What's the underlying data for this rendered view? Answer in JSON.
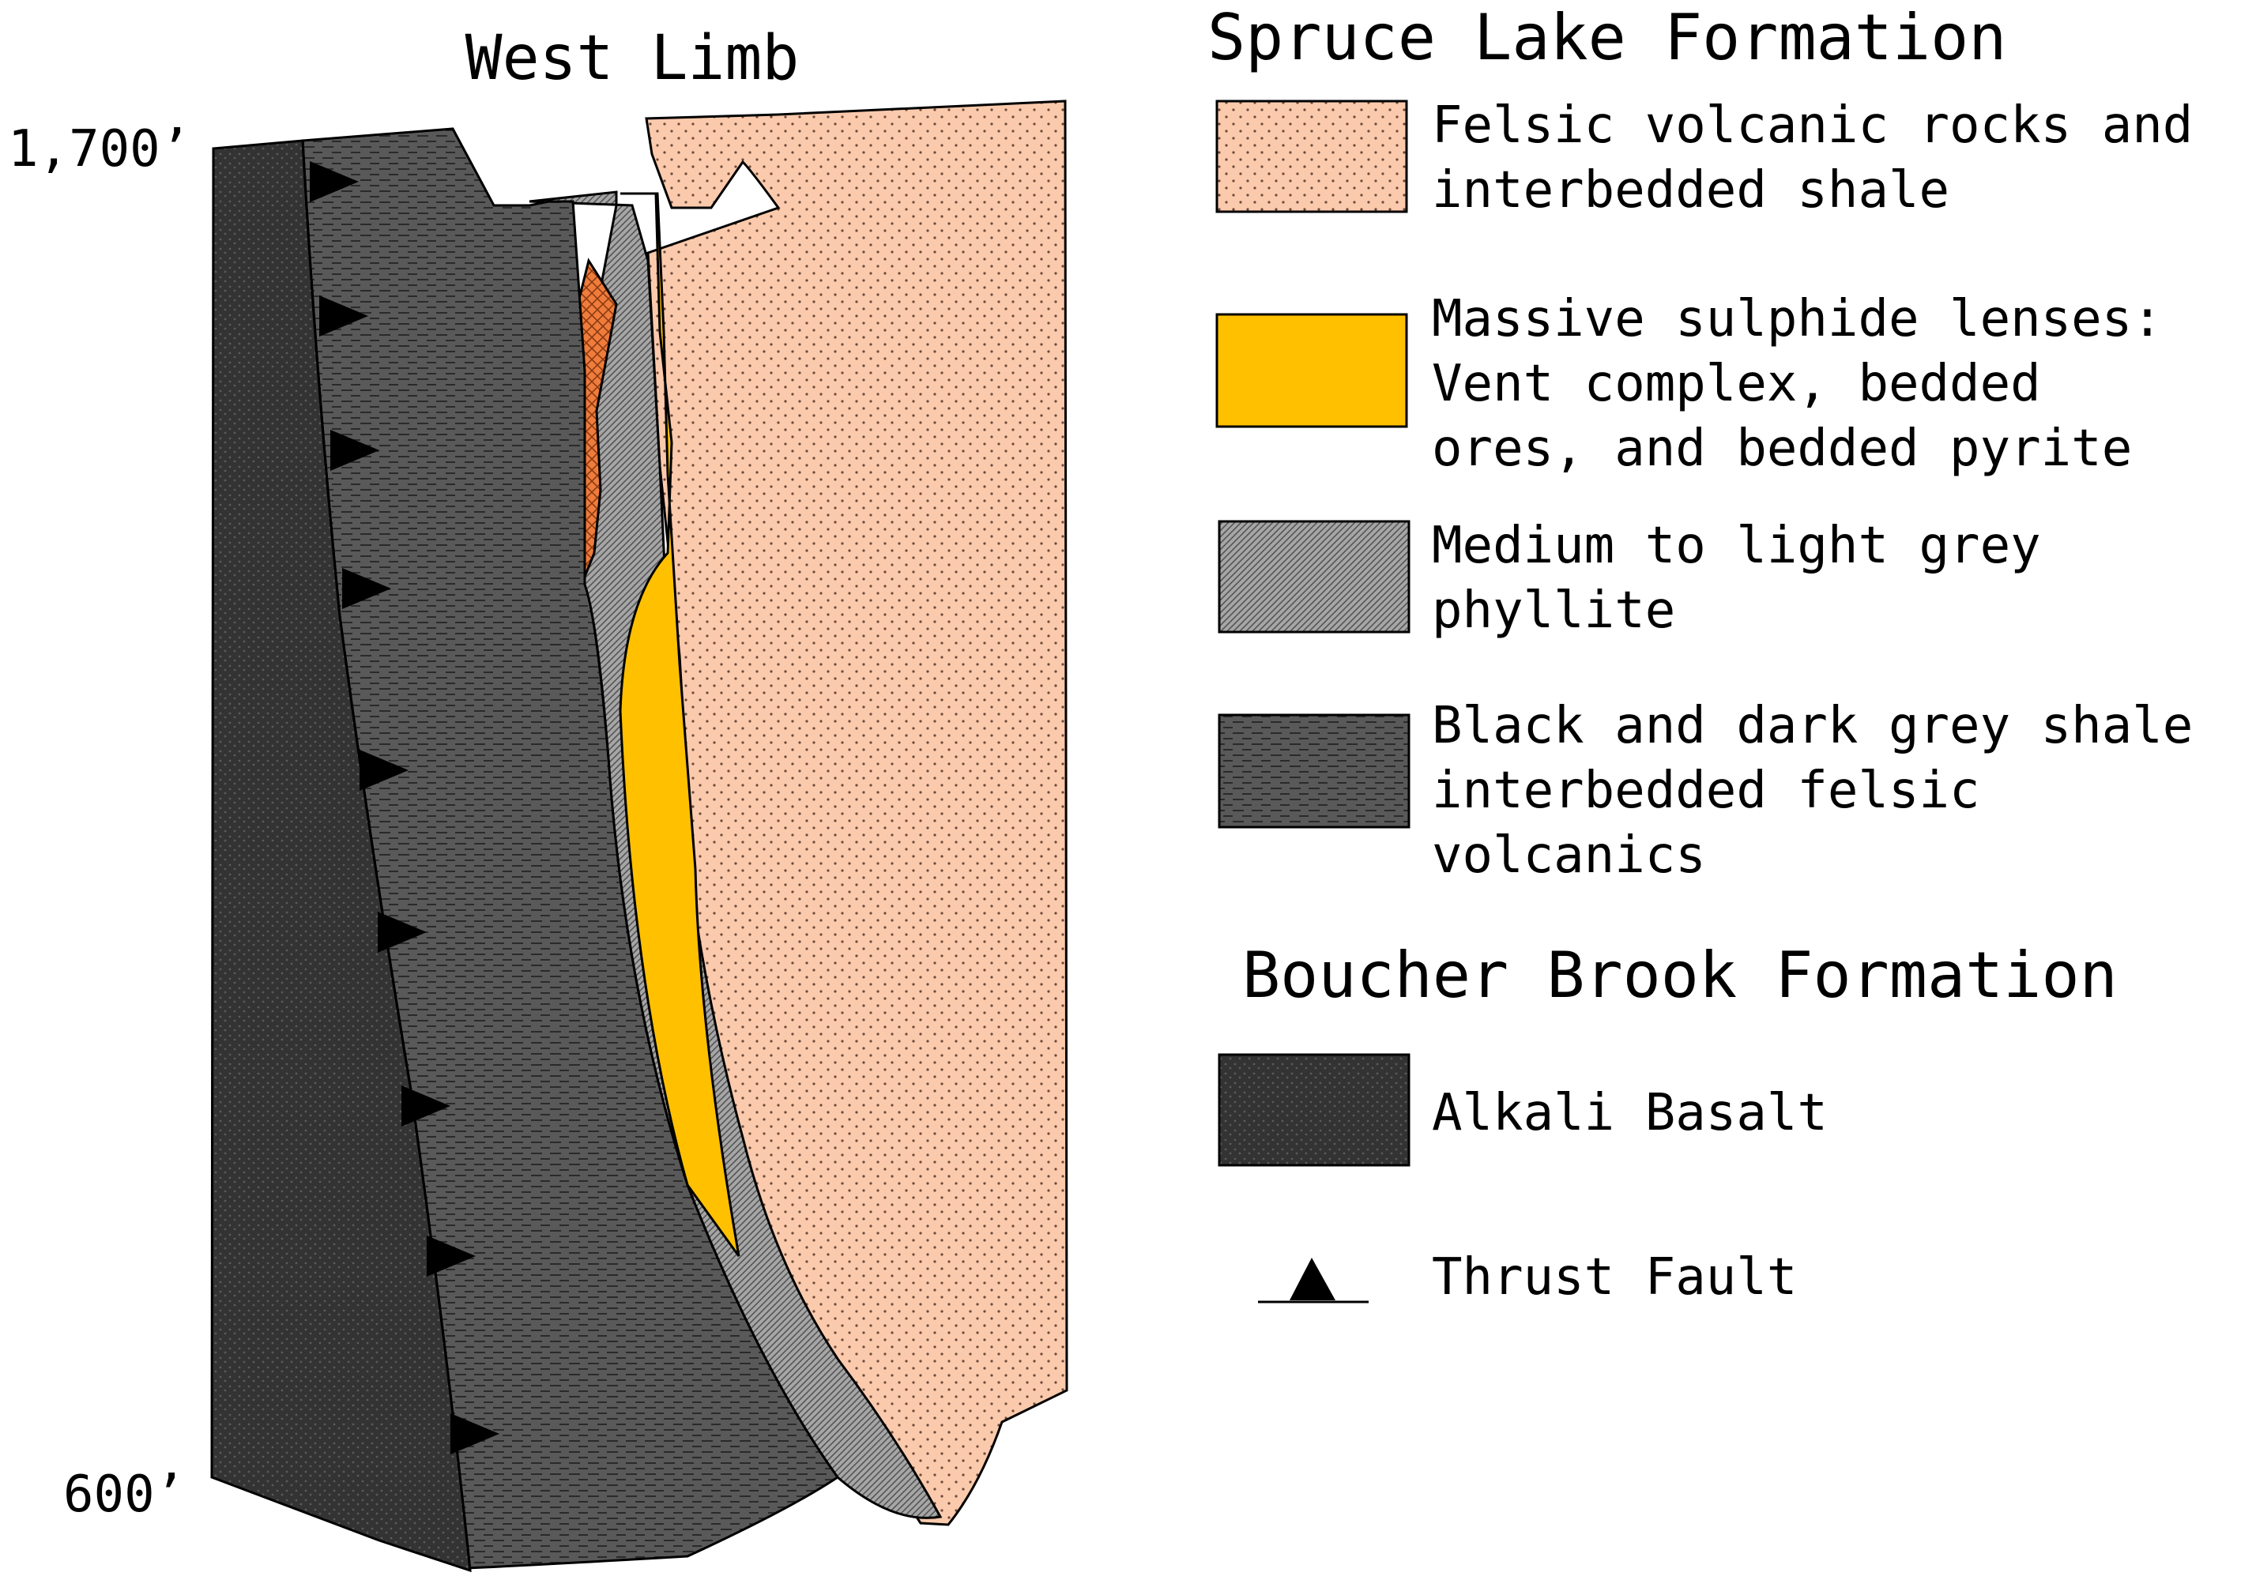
{
  "section": {
    "title": "West Limb",
    "depth_top_label": "1,700’",
    "depth_bottom_label": "600’"
  },
  "legend": {
    "spruce_lake": {
      "heading": "Spruce Lake Formation",
      "items": [
        {
          "lines": [
            "Felsic volcanic rocks and",
            "interbedded shale"
          ],
          "color": "#fbc9ac",
          "pattern": "dots"
        },
        {
          "lines": [
            "Massive sulphide lenses:",
            "Vent complex, bedded",
            "ores, and bedded pyrite"
          ],
          "color": "#ffc000",
          "pattern": "solid"
        },
        {
          "lines": [
            "Medium to light grey",
            "phyllite"
          ],
          "color": "#a6a6a6",
          "pattern": "diagonal-hatch"
        },
        {
          "lines": [
            "Black and dark grey shale",
            "interbedded felsic",
            "volcanics"
          ],
          "color": "#595959",
          "pattern": "dashed-lines"
        }
      ]
    },
    "boucher_brook": {
      "heading": "Boucher Brook Formation",
      "items": [
        {
          "lines": [
            "Alkali Basalt"
          ],
          "color": "#333333",
          "pattern": "stipple"
        }
      ]
    },
    "symbol": {
      "label": "Thrust Fault"
    }
  },
  "colors": {
    "felsic": "#fbc9ac",
    "sulphide": "#ffc000",
    "vent": "#f07c3c",
    "phyllite": "#a6a6a6",
    "shale": "#595959",
    "basalt": "#333333"
  }
}
